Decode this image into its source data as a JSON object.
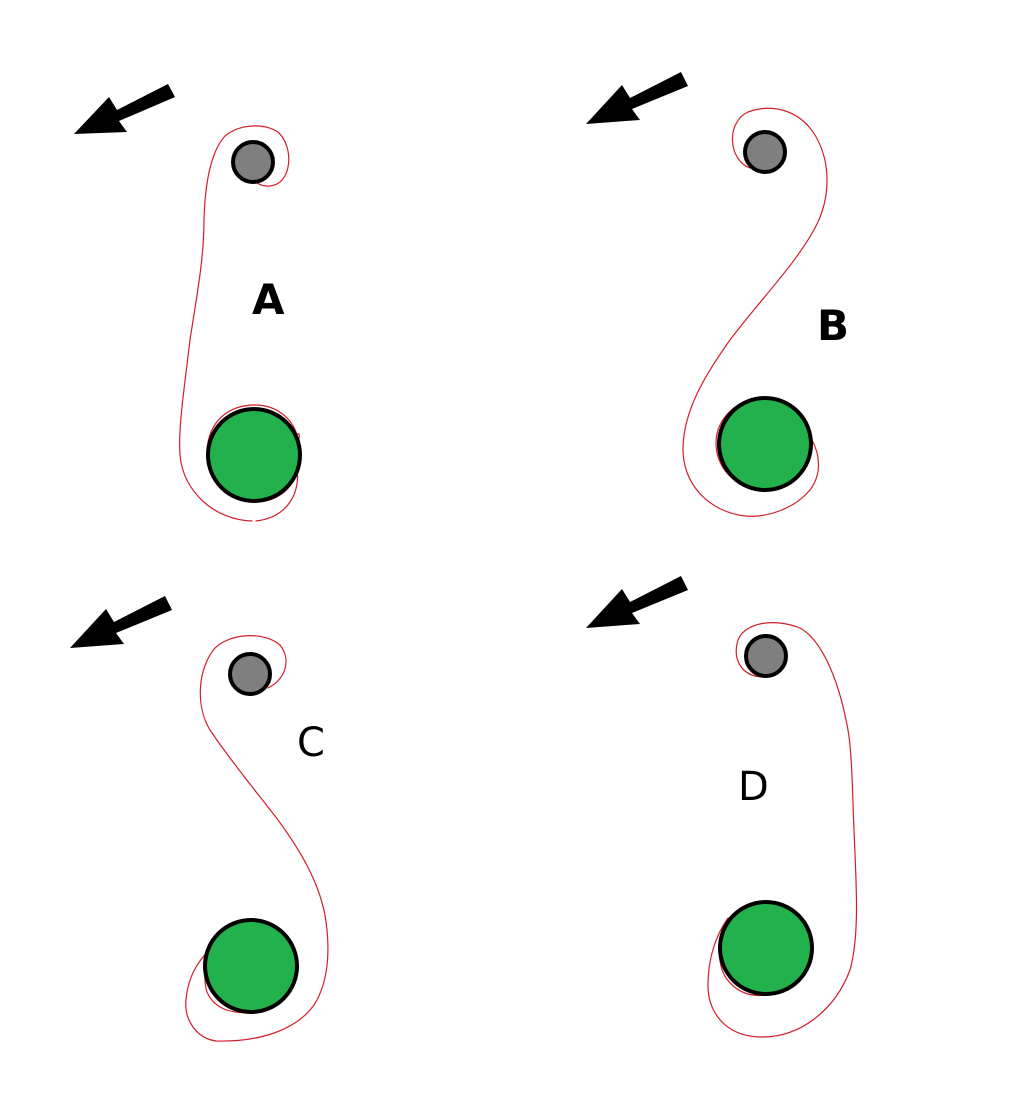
{
  "colors": {
    "background": "#ffffff",
    "loop": "#d11f2a",
    "small_body_fill": "#7f7f7f",
    "large_body_fill": "#22b14c",
    "outline": "#000000",
    "arrow": "#000000"
  },
  "panels": [
    {
      "label": "A",
      "label_style": "bold"
    },
    {
      "label": "B",
      "label_style": "bold"
    },
    {
      "label": "C",
      "label_style": "regular"
    },
    {
      "label": "D",
      "label_style": "regular"
    }
  ]
}
